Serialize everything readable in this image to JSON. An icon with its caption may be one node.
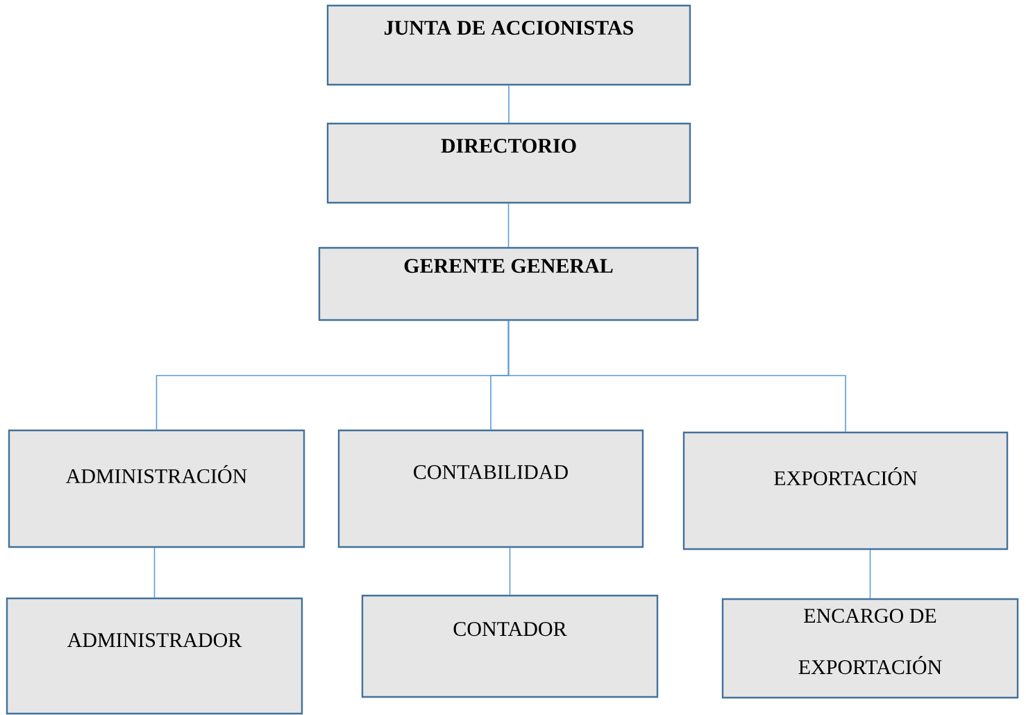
{
  "diagram": {
    "nodes": [
      {
        "text": [
          "JUNTA DE ACCIONISTAS"
        ]
      },
      {
        "text": [
          "DIRECTORIO"
        ]
      },
      {
        "text": [
          "GERENTE GENERAL"
        ]
      },
      {
        "text": [
          "ADMINISTRACIÓN"
        ]
      },
      {
        "text": [
          "CONTABILIDAD"
        ]
      },
      {
        "text": [
          "EXPORTACIÓN"
        ]
      },
      {
        "text": [
          "ADMINISTRADOR"
        ]
      },
      {
        "text": [
          "CONTADOR"
        ]
      },
      {
        "text": [
          "ENCARGO DE EXPORTACIÓN"
        ]
      }
    ],
    "edges": [
      {
        "from": 0,
        "to": 1,
        "arrow": "none"
      },
      {
        "from": 1,
        "to": 2,
        "arrow": "none"
      },
      {
        "from": 2,
        "to": 3,
        "arrow": "none"
      },
      {
        "from": 2,
        "to": 4,
        "arrow": "none"
      },
      {
        "from": 2,
        "to": 5,
        "arrow": "none"
      },
      {
        "from": 3,
        "to": 6,
        "arrow": "none"
      },
      {
        "from": 4,
        "to": 7,
        "arrow": "none"
      },
      {
        "from": 5,
        "to": 8,
        "arrow": "none"
      }
    ]
  }
}
